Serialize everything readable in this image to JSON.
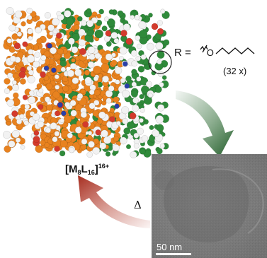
{
  "title_formula": {
    "base": "[M",
    "sub1": "8",
    "mid": "L",
    "sub2": "16",
    "close": "]",
    "sup": "16+"
  },
  "substituent": {
    "label": "R =",
    "atom": "O",
    "count": "(32 x)"
  },
  "heat_symbol": "Δ",
  "scale_bar": {
    "label": "50 nm"
  },
  "colors": {
    "ligand_orange": "#e8821f",
    "ligand_green": "#2f8a3a",
    "hydrogen": "#f2f2f2",
    "oxygen": "#d33a2c",
    "nitrogen": "#2a3fa8",
    "arrow_green": "#2e6b34",
    "arrow_red": "#b23a2a",
    "tem_gray": "#7e7e7e"
  }
}
